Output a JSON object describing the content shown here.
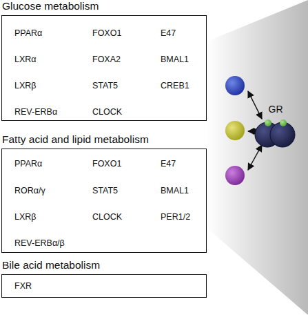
{
  "diagram": {
    "nodes": [
      {
        "text": [
          "Glucose metabolism",
          "PPARα",
          "FOXO1",
          "E47",
          "LXRα",
          "FOXA2",
          "BMAL1",
          "LXRβ",
          "STAT5",
          "CREB1",
          "REV-ERBα",
          "CLOCK"
        ]
      },
      {
        "text": [
          "Fatty acid and lipid metabolism",
          "PPARα",
          "FOXO1",
          "E47",
          "RORα/γ",
          "STAT5",
          "BMAL1",
          "LXRβ",
          "CLOCK",
          "PER1/2",
          "REV-ERBα/β"
        ]
      },
      {
        "text": [
          "Bile acid metabolism",
          "FXR"
        ]
      },
      {
        "text": [
          "GR"
        ]
      }
    ]
  }
}
